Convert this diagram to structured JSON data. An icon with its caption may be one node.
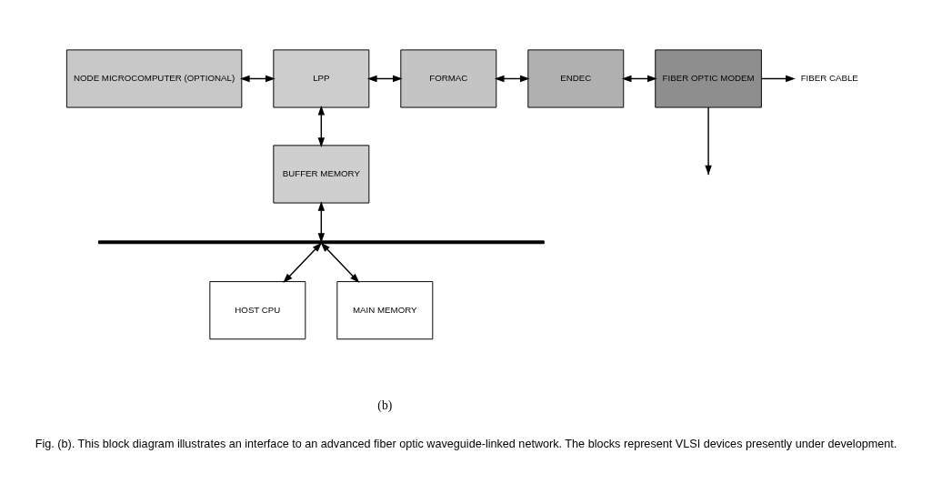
{
  "diagram": {
    "caption": "Fig. (b). This block diagram illustrates an interface to an advanced fiber optic waveguide-linked network. The blocks represent VLSI devices presently under development.",
    "nodes": [
      {
        "text": [
          "NODE MICROCOMPUTER (OPTIONAL)"
        ]
      },
      {
        "text": [
          "LPP"
        ]
      },
      {
        "text": [
          "FORMAC"
        ]
      },
      {
        "text": [
          "ENDEC"
        ]
      },
      {
        "text": [
          "FIBER OPTIC MODEM"
        ]
      },
      {
        "text": [
          "FIBER CABLE"
        ]
      },
      {
        "text": [
          "BUFFER MEMORY"
        ]
      },
      {
        "text": [],
        "shape": "bar"
      },
      {
        "text": [
          "HOST CPU"
        ]
      },
      {
        "text": [
          "MAIN MEMORY"
        ]
      }
    ],
    "edges": [
      {
        "from": 0,
        "to": 1,
        "arrow": "both"
      },
      {
        "from": 1,
        "to": 2,
        "arrow": "both"
      },
      {
        "from": 2,
        "to": 3,
        "arrow": "both"
      },
      {
        "from": 3,
        "to": 4,
        "arrow": "both"
      },
      {
        "from": 4,
        "to": 5,
        "arrow": "to"
      },
      {
        "from": 4,
        "to": null,
        "arrow": "to"
      },
      {
        "from": 1,
        "to": 6,
        "arrow": "both"
      },
      {
        "from": 6,
        "to": 7,
        "arrow": "both"
      },
      {
        "from": 7,
        "to": 8,
        "arrow": "both"
      },
      {
        "from": 7,
        "to": 9,
        "arrow": "both"
      }
    ],
    "labels": [
      "(b)"
    ]
  }
}
